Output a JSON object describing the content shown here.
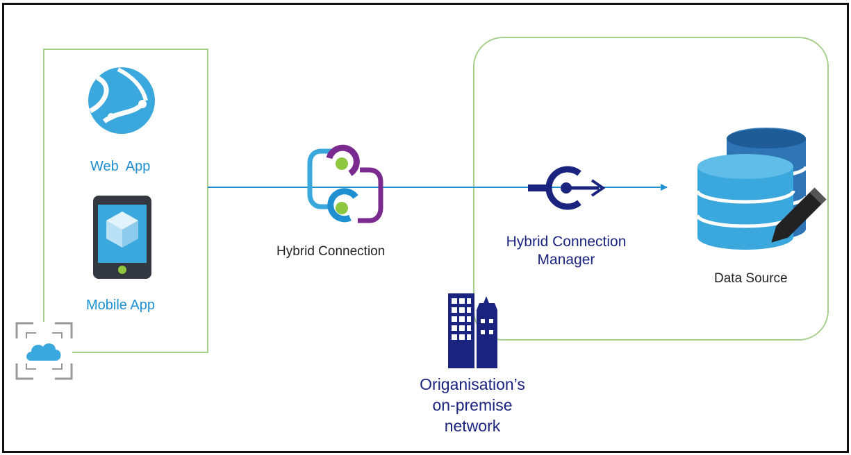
{
  "diagram": {
    "web_app": {
      "label": "Web  App",
      "icon": "globe-icon"
    },
    "mobile_app": {
      "label": "Mobile App",
      "icon": "mobile-phone-icon"
    },
    "hybrid_connection": {
      "label": "Hybrid Connection",
      "icon": "hybrid-connection-icon"
    },
    "hybrid_connection_manager": {
      "label_line1": "Hybrid Connection",
      "label_line2": "Manager",
      "icon": "connection-manager-icon"
    },
    "data_source": {
      "label": "Data Source",
      "icon": "database-icon"
    },
    "on_premise": {
      "label_line1": "Origanisation’s",
      "label_line2": "on-premise",
      "label_line3": "network",
      "icon": "office-building-icon"
    },
    "cloud_container": {
      "icon": "cloud-icon"
    }
  },
  "colors": {
    "azure_blue": "#1e8fd0",
    "light_blue": "#3aa7dd",
    "navy": "#1a237e",
    "green_border": "#a7d08c",
    "purple": "#7b2b8f",
    "lime": "#8dc63f",
    "gray": "#999999",
    "text_dark": "#222222"
  }
}
